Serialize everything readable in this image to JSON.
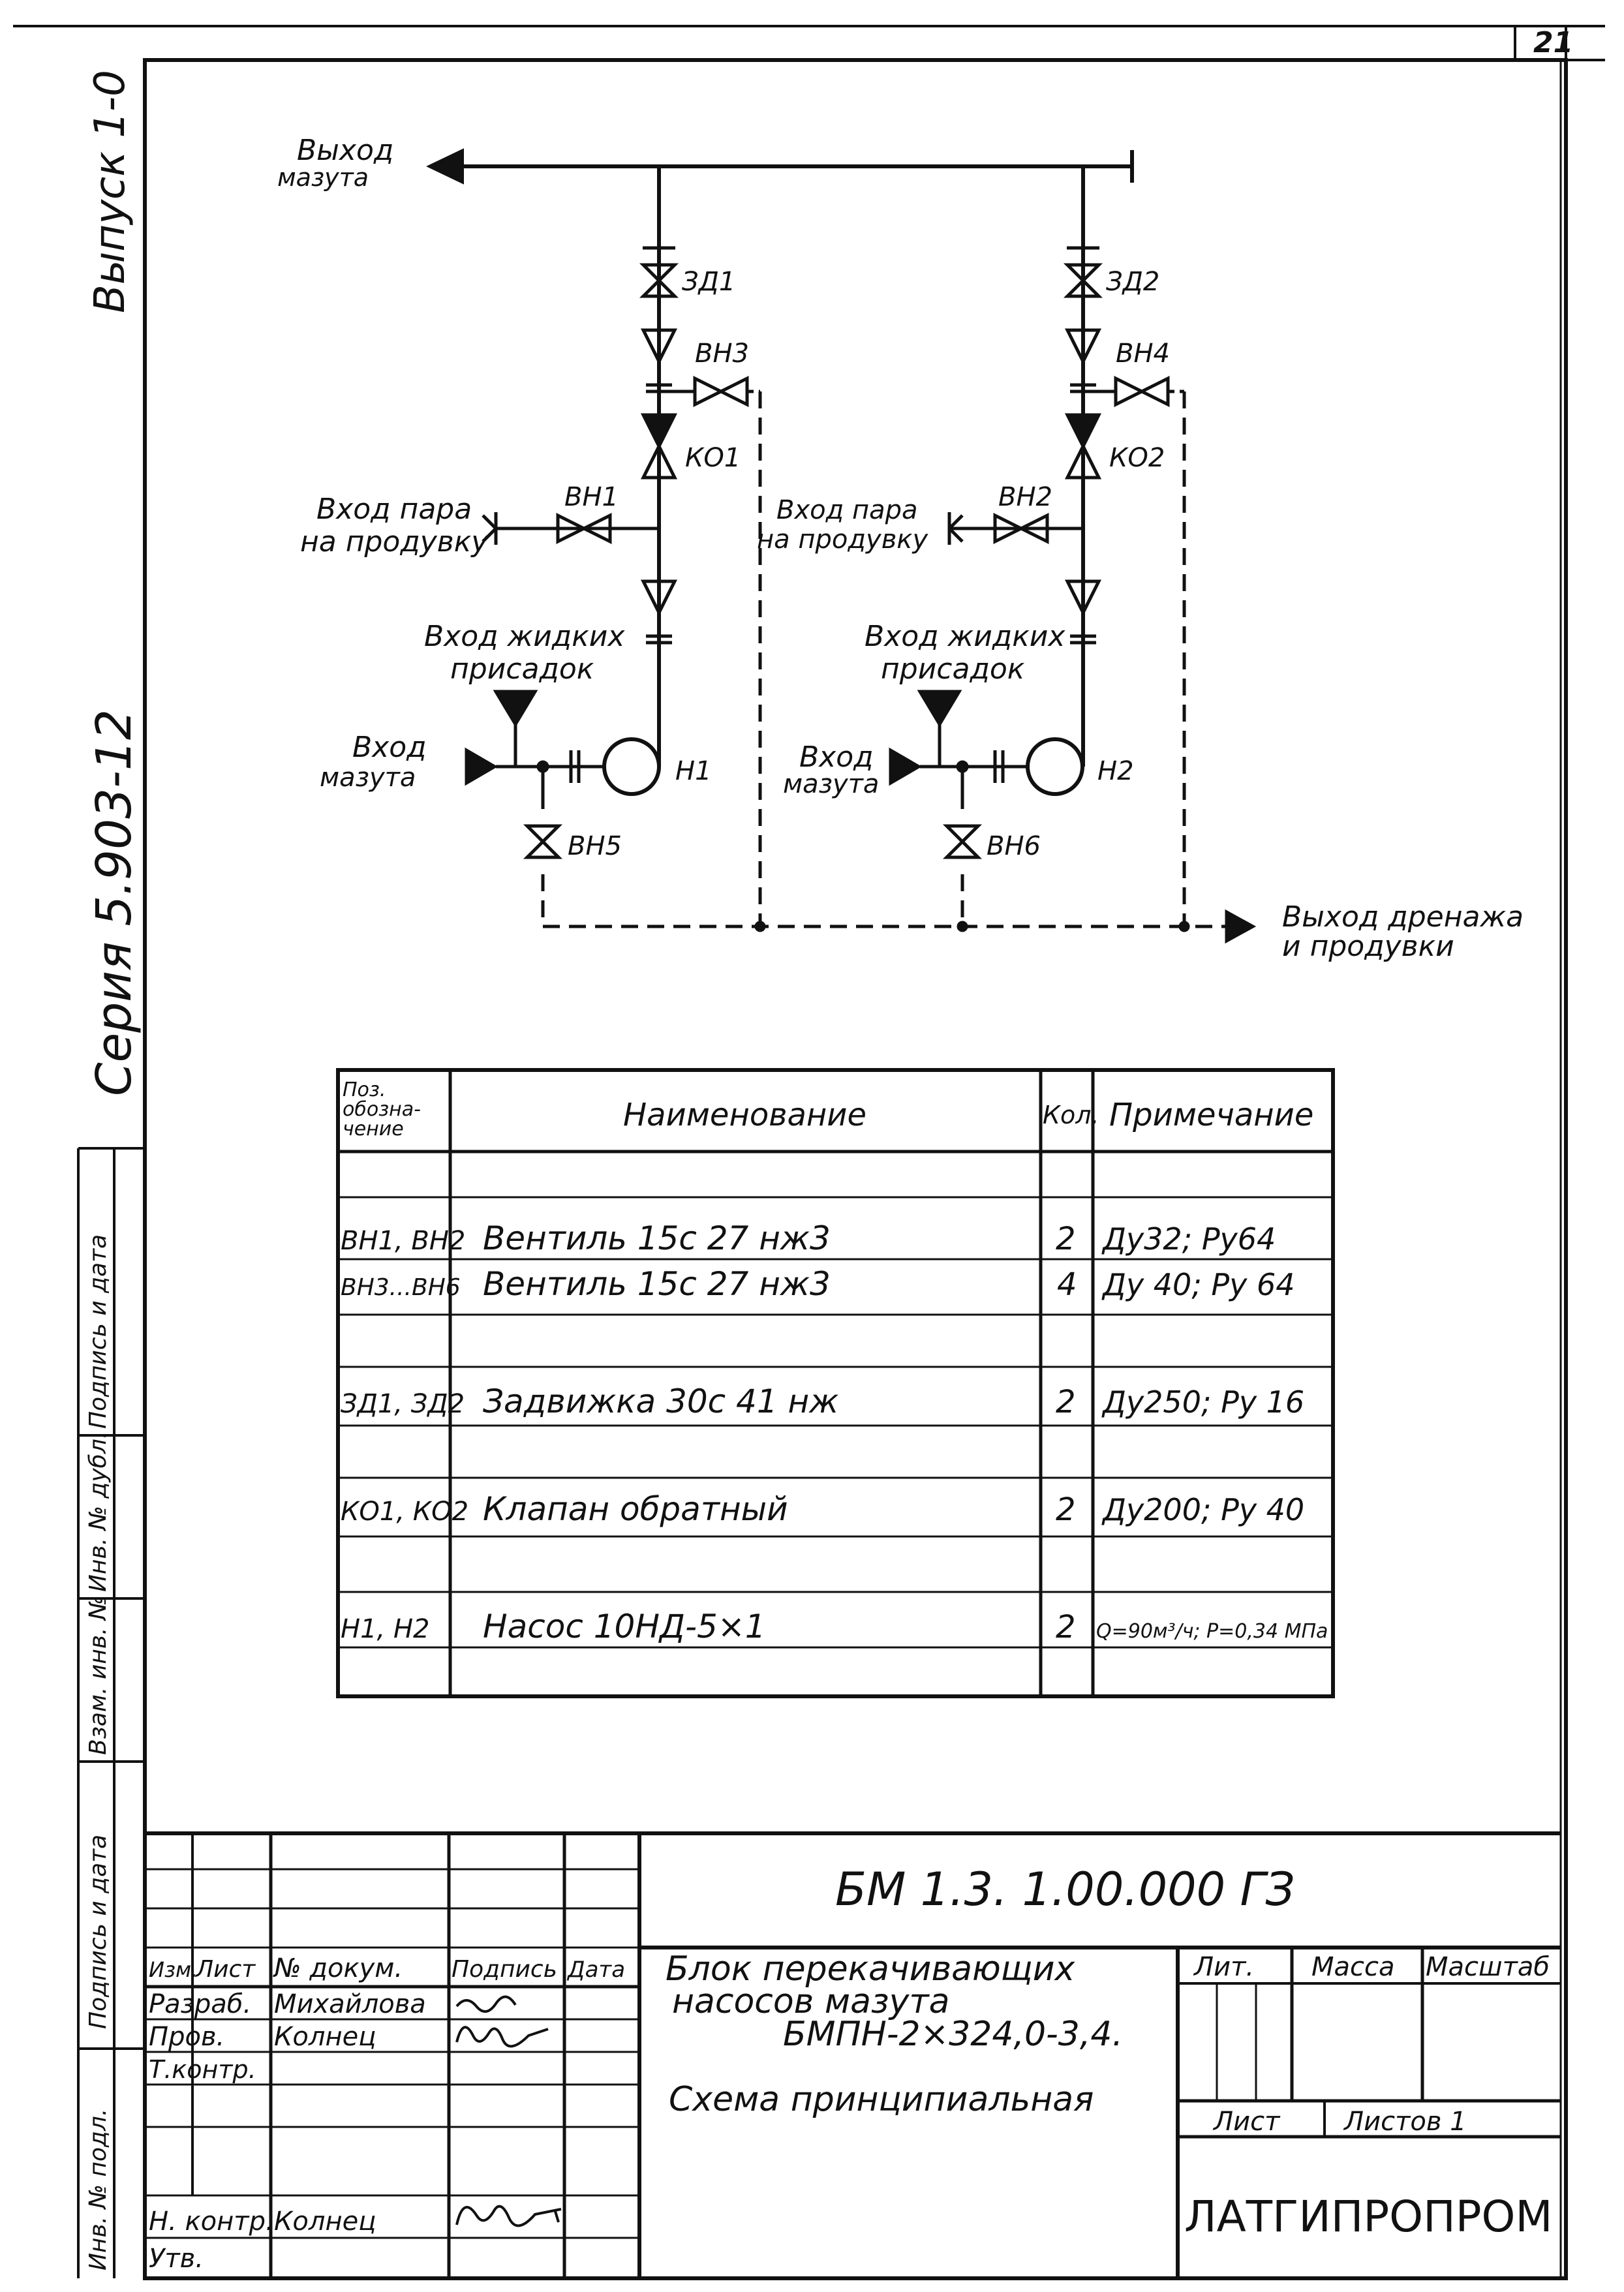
{
  "sheet_number": "21",
  "margin": {
    "top": "Выпуск 1-0",
    "series": "Серия 5.903-12",
    "fields": [
      "Инв. № подл.",
      "Подпись и дата",
      "Взам. инв. №",
      "Инв. № дубл.",
      "Подпись и дата"
    ]
  },
  "scheme": {
    "outlet_fuel": [
      "Выход",
      "мазута"
    ],
    "steam_inlet_1": [
      "Вход пара",
      "на продувку"
    ],
    "steam_inlet_2": [
      "Вход пара",
      "на продувку"
    ],
    "additives_1": [
      "Вход жидких",
      "присадок"
    ],
    "additives_2": [
      "Вход жидких",
      "присадок"
    ],
    "fuel_inlet_1": [
      "Вход",
      "мазута"
    ],
    "fuel_inlet_2": [
      "Вход",
      "мазута"
    ],
    "drain_outlet": [
      "Выход дренажа",
      "и продувки"
    ],
    "tags": {
      "zd1": "ЗД1",
      "zd2": "ЗД2",
      "vn1": "ВН1",
      "vn2": "ВН2",
      "vn3": "ВН3",
      "vn4": "ВН4",
      "vn5": "ВН5",
      "vn6": "ВН6",
      "ko1": "КО1",
      "ko2": "КО2",
      "n1": "Н1",
      "n2": "Н2"
    }
  },
  "spec_table": {
    "headers": [
      "Поз. обозна- чение",
      "Наименование",
      "Кол.",
      "Примечание"
    ],
    "rows": [
      {
        "pos": "ВН1, ВН2",
        "name": "Вентиль 15с 27 нж3",
        "qty": "2",
        "note": "Ду32; Ру64"
      },
      {
        "pos": "ВН3...ВН6",
        "name": "Вентиль 15с 27 нж3",
        "qty": "4",
        "note": "Ду 40; Ру 64"
      },
      {
        "pos": "ЗД1, ЗД2",
        "name": "Задвижка 30с 41 нж",
        "qty": "2",
        "note": "Ду250; Ру 16"
      },
      {
        "pos": "КО1, КО2",
        "name": "Клапан обратный",
        "qty": "2",
        "note": "Ду200; Ру 40"
      },
      {
        "pos": "Н1, Н2",
        "name": "Насос 10НД-5×1",
        "qty": "2",
        "note": "Q=90м³/ч; P=0,34 МПа"
      }
    ]
  },
  "title_block": {
    "code": "БМ 1.3. 1.00.000 ГЗ",
    "name_lines": [
      "Блок перекачивающих",
      "насосов мазута",
      "БМПН-2×324,0-3,4."
    ],
    "doc_type": "Схема принципиальная",
    "col_headers": [
      "Изм.",
      "Лист",
      "№ докум.",
      "Подпись",
      "Дата"
    ],
    "roles": [
      {
        "role": "Разраб.",
        "name": "Михайлова"
      },
      {
        "role": "Пров.",
        "name": "Колнец"
      },
      {
        "role": "Т.контр.",
        "name": ""
      },
      {
        "role": "",
        "name": ""
      },
      {
        "role": "Н. контр.",
        "name": "Колнец"
      },
      {
        "role": "Утв.",
        "name": ""
      }
    ],
    "lit": "Лит.",
    "mass": "Масса",
    "scale": "Масштаб",
    "sheet": "Лист",
    "sheets": "Листов 1",
    "org": "ЛАТГИПРОПРОМ"
  }
}
